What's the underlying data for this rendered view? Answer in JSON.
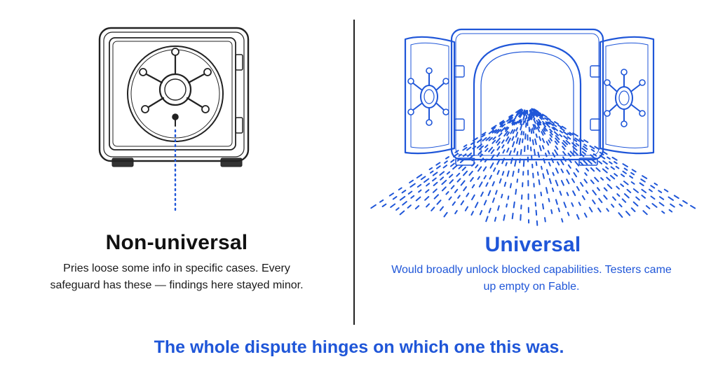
{
  "left_panel": {
    "heading": "Non-universal",
    "description": "Pries loose some info in specific cases. Every safeguard has these — findings here stayed minor."
  },
  "right_panel": {
    "heading": "Universal",
    "description": "Would broadly unlock blocked capabilities. Testers came up empty on Fable."
  },
  "caption": "The whole dispute hinges on which one this was.",
  "colors": {
    "ink": "#222222",
    "accent_blue": "#1f56d8"
  },
  "icons": [
    "closed-safe-icon",
    "open-vault-icon"
  ]
}
